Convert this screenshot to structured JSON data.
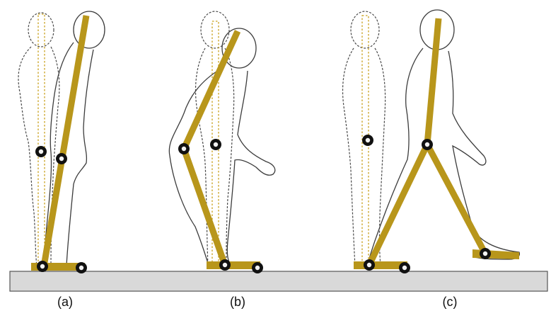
{
  "figure": {
    "panels": [
      {
        "id": "a",
        "label": "(a)"
      },
      {
        "id": "b",
        "label": "(b)"
      },
      {
        "id": "c",
        "label": "(c)"
      }
    ]
  },
  "colors": {
    "leg_bar": "#b8961b",
    "dotted_bar": "#c9a21f",
    "joint": "#111111",
    "ground": "#d9d9d9",
    "ground_edge": "#555555",
    "body_outline": "#3c3c3c"
  }
}
